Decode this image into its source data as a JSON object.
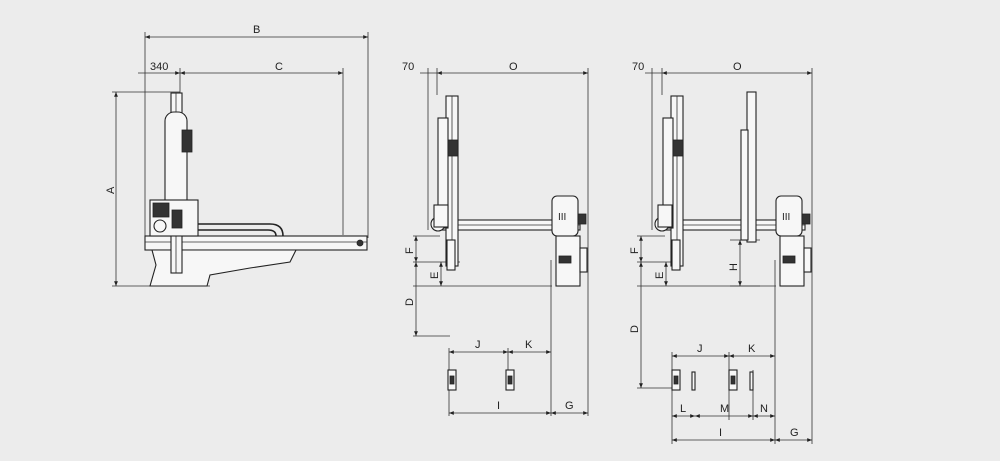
{
  "colors": {
    "background": "#ececec",
    "line": "#222222"
  },
  "side_view": {
    "dims": {
      "overall_width": "B",
      "offset": "340",
      "stroke": "C",
      "height": "A"
    }
  },
  "front_view_single": {
    "dims": {
      "offset": "70",
      "overall_width": "O",
      "top_gap": "F",
      "arm_drop": "E",
      "vertical_stroke": "D",
      "pitch_a": "J",
      "pitch_b": "K",
      "traverse": "I",
      "end_width": "G"
    }
  },
  "front_view_double": {
    "dims": {
      "offset": "70",
      "overall_width": "O",
      "top_gap": "F",
      "arm_drop": "E",
      "sub_arm_drop": "H",
      "vertical_stroke": "D",
      "pitch_a": "J",
      "pitch_b": "K",
      "left_gap": "L",
      "middle_gap": "M",
      "right_gap": "N",
      "traverse": "I",
      "end_width": "G"
    }
  }
}
